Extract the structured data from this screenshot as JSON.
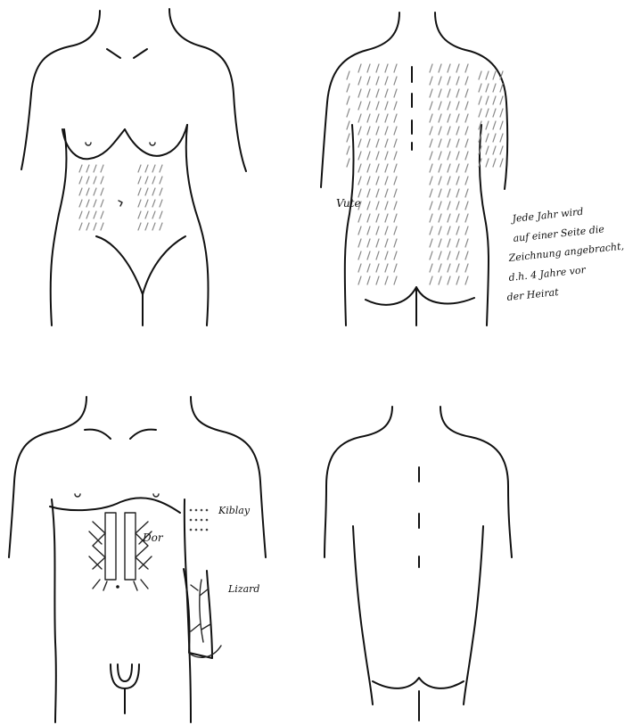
{
  "labels": {
    "back_female_side": "Vute",
    "note_lines": [
      "Jede Jahr wird",
      "auf einer Seite die",
      "Zeichnung angebracht,",
      "d.h. 4 Jahre vor",
      "der Heirat"
    ],
    "forearm_rows": "Kiblay",
    "chest_center": "Dor",
    "forearm_lizard": "Lizard"
  },
  "colors": {
    "ink": "#111111",
    "hatch": "#8a8a8a",
    "paper": "#ffffff"
  }
}
